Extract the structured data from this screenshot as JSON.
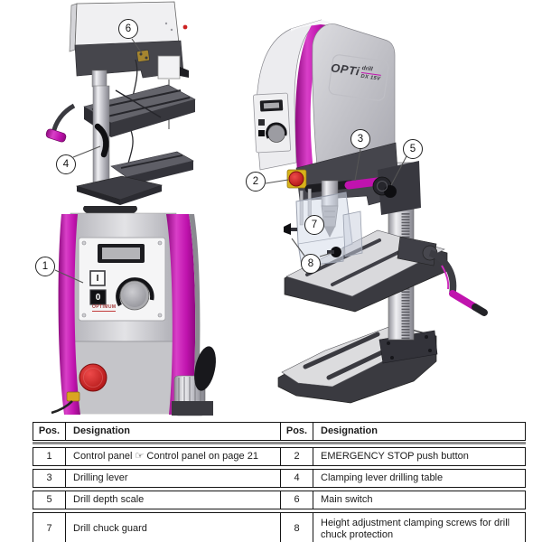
{
  "machine": {
    "logo_opti": "OPTi",
    "logo_drill": "drill",
    "logo_model": "DX 15V",
    "panel_brand": "OPTIMUM",
    "switch_on_label": "I",
    "switch_off_label": "0"
  },
  "callouts": {
    "c1": "1",
    "c2": "2",
    "c3": "3",
    "c4": "4",
    "c5": "5",
    "c6": "6",
    "c7": "7",
    "c8": "8"
  },
  "table": {
    "header": {
      "pos1": "Pos.",
      "des1": "Designation",
      "pos2": "Pos.",
      "des2": "Designation"
    },
    "rows": [
      {
        "pos_l": "1",
        "des_l": "Control panel ☞  Control panel on page 21",
        "pos_r": "2",
        "des_r": "EMERGENCY STOP push button"
      },
      {
        "pos_l": "3",
        "des_l": "Drilling lever",
        "pos_r": "4",
        "des_r": "Clamping lever drilling table"
      },
      {
        "pos_l": "5",
        "des_l": "Drill depth scale",
        "pos_r": "6",
        "des_r": "Main switch"
      },
      {
        "pos_l": "7",
        "des_l": "Drill chuck guard",
        "pos_r": "8",
        "des_r": "Height adjustment clamping screws for drill chuck protection"
      }
    ]
  },
  "colors": {
    "accent_magenta": "#C013AE",
    "emergency_red": "#CC1717",
    "warning_yellow": "#D8B21A"
  }
}
